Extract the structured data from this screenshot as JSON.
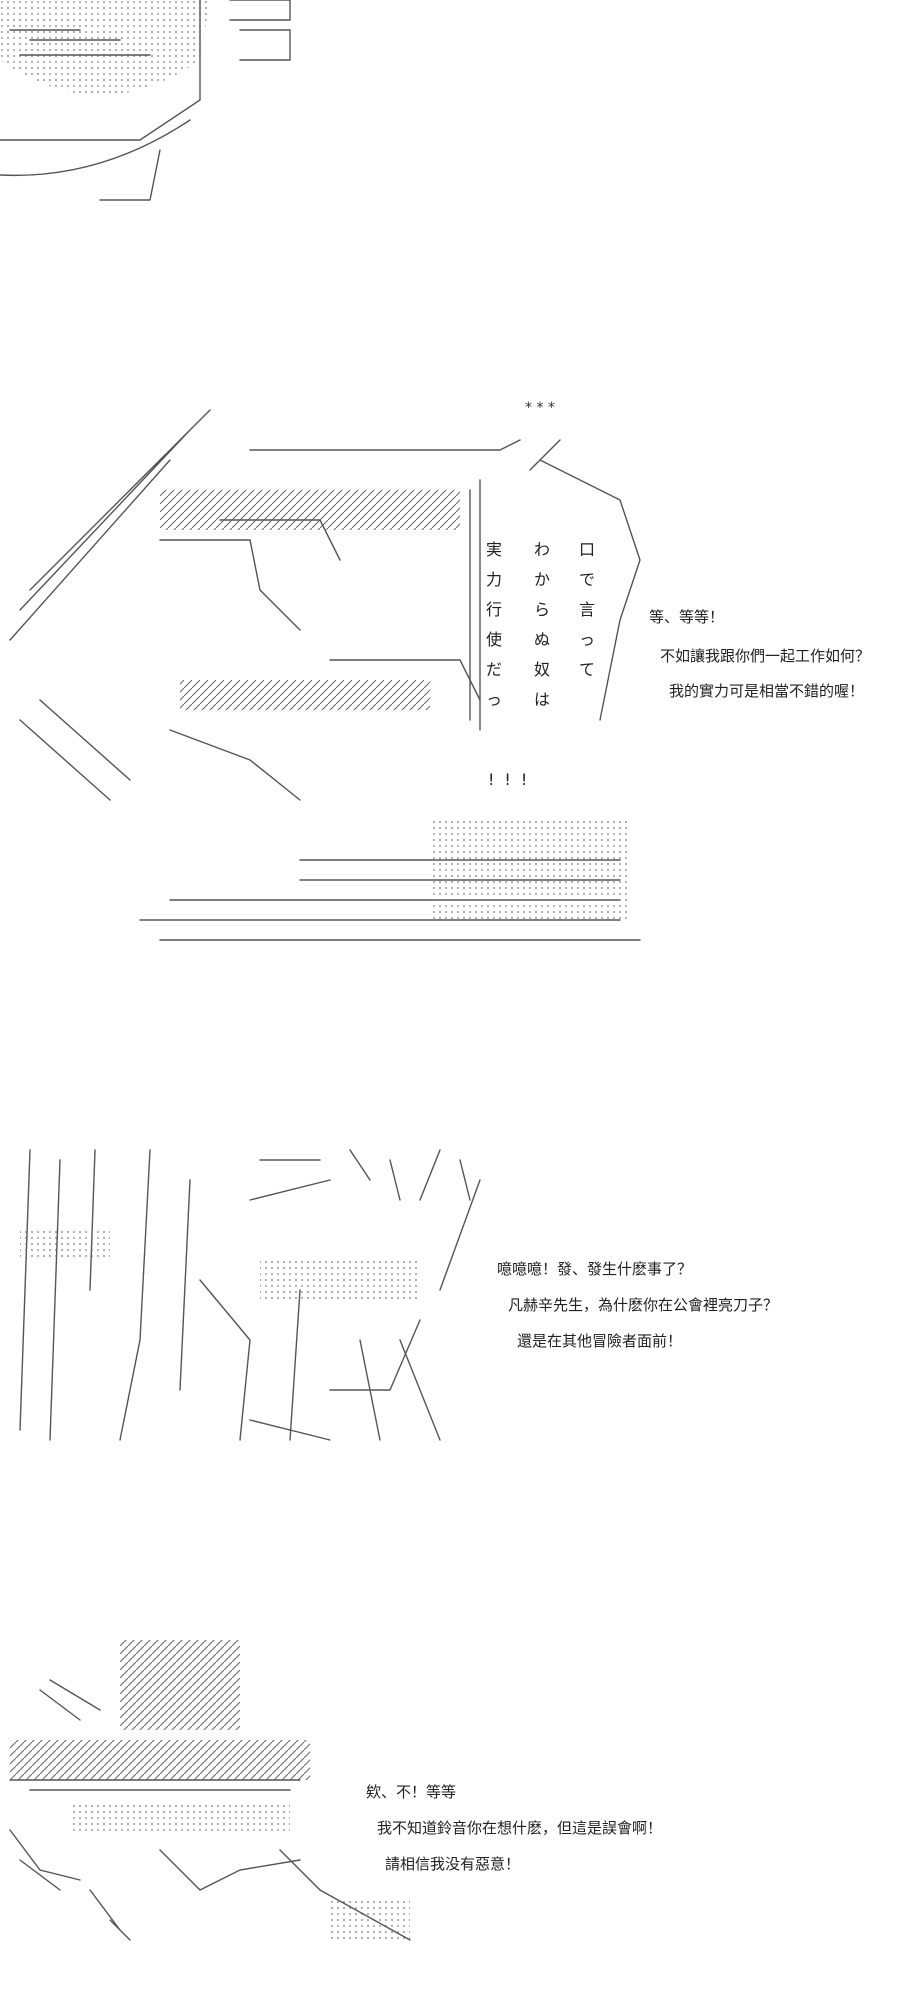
{
  "panels": {
    "p2": {
      "shout_columns": [
        "実力行使だっ",
        "わからぬ奴は",
        "口で言って"
      ],
      "shout_bang": "!!!",
      "stars": "* *  *",
      "lines": [
        "等、等等！",
        "不如讓我跟你們一起工作如何？",
        "我的實力可是相當不錯的喔！"
      ]
    },
    "p3": {
      "lines": [
        "噫噫噫！發、發生什麽事了？",
        "凡赫辛先生，為什麽你在公會裡亮刀子？",
        "還是在其他冒險者面前！"
      ]
    },
    "p4": {
      "lines": [
        "欸、不！等等",
        "我不知道鈴音你在想什麽，但這是誤會啊！",
        "請相信我没有惡意！"
      ]
    }
  }
}
